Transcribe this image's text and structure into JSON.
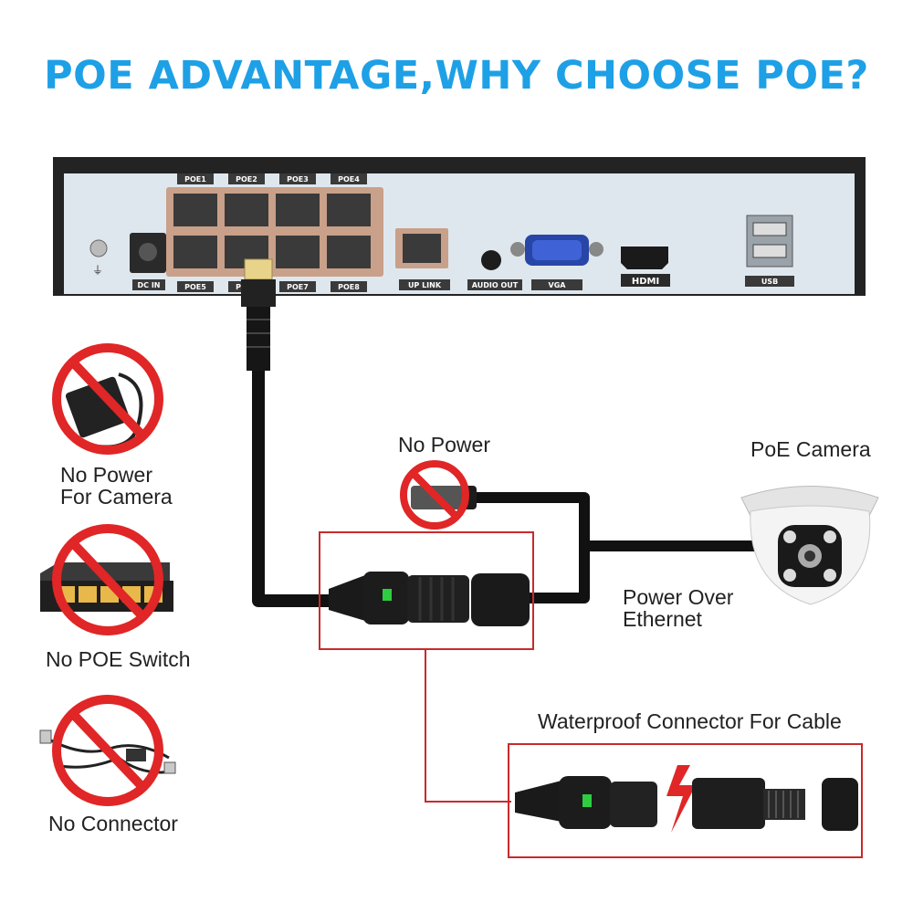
{
  "title": "POE ADVANTAGE,WHY CHOOSE POE?",
  "colors": {
    "title": "#1ea0e6",
    "prohibit": "#e02626",
    "frame": "#c82a2a",
    "cable": "#111111",
    "nvr_panel": "#dfe7ee",
    "led": "#2ecc40"
  },
  "nvr": {
    "poe_ports": [
      "POE1",
      "POE2",
      "POE3",
      "POE4",
      "POE5",
      "POE6",
      "POE7",
      "POE8"
    ],
    "dc_in": "DC IN",
    "uplink": "UP LINK",
    "audio_out": "AUDIO OUT",
    "vga": "VGA",
    "hdmi": "HDMI",
    "usb": "USB"
  },
  "left_items": [
    {
      "icon": "power-adapter-icon",
      "line1": "No Power",
      "line2": "For Camera"
    },
    {
      "icon": "poe-switch-icon",
      "line1": "No POE Switch"
    },
    {
      "icon": "splitter-cable-icon",
      "line1": "No Connector"
    }
  ],
  "labels": {
    "no_power": "No Power",
    "poe_camera": "PoE Camera",
    "poe_line1": "Power Over",
    "poe_line2": "Ethernet",
    "waterproof": "Waterproof Connector For Cable"
  }
}
